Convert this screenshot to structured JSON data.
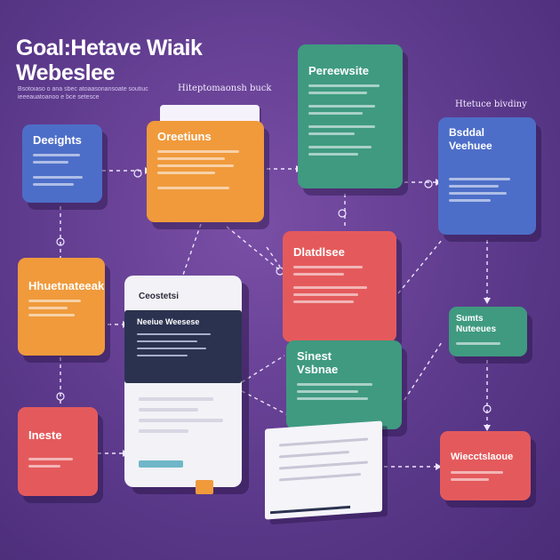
{
  "header": {
    "title_line1": "Goal:Hetave Wiaik",
    "title_line2": "Webeslee",
    "subtitle": "Bsotoiaso o ana sbec atoaasonansoate soutiuc ieeeauatoanoo e bce setesce",
    "tag_top": "Hiteptomaonsh buck",
    "tag_right": "Htetuce bivdiny"
  },
  "cards": {
    "designs": {
      "title": "Deeights"
    },
    "oreations": {
      "title": "Oreetiuns"
    },
    "personal": {
      "title": "Pereewsite"
    },
    "social": {
      "title": "Bsddal Veehuee"
    },
    "hausetlead": {
      "title": "Hhuetnateeak"
    },
    "diatisse": {
      "title": "Dlatdlsee"
    },
    "sumlieeces": {
      "title": "Sumts Nuteeues"
    },
    "sinest": {
      "title": "Sinest Vsbnae"
    },
    "ineste": {
      "title": "Ineste"
    },
    "wiecctsiohe": {
      "title": "Wiecctslaoue"
    }
  },
  "phone": {
    "title": "Ceostetsi",
    "header": "Neeiue Weesese"
  },
  "colors": {
    "orange": "#f09a3c",
    "blue": "#4d6ec8",
    "green": "#3f9a80",
    "red": "#e45a5c",
    "navy": "#2b3250",
    "background": "#5d3a8c"
  }
}
